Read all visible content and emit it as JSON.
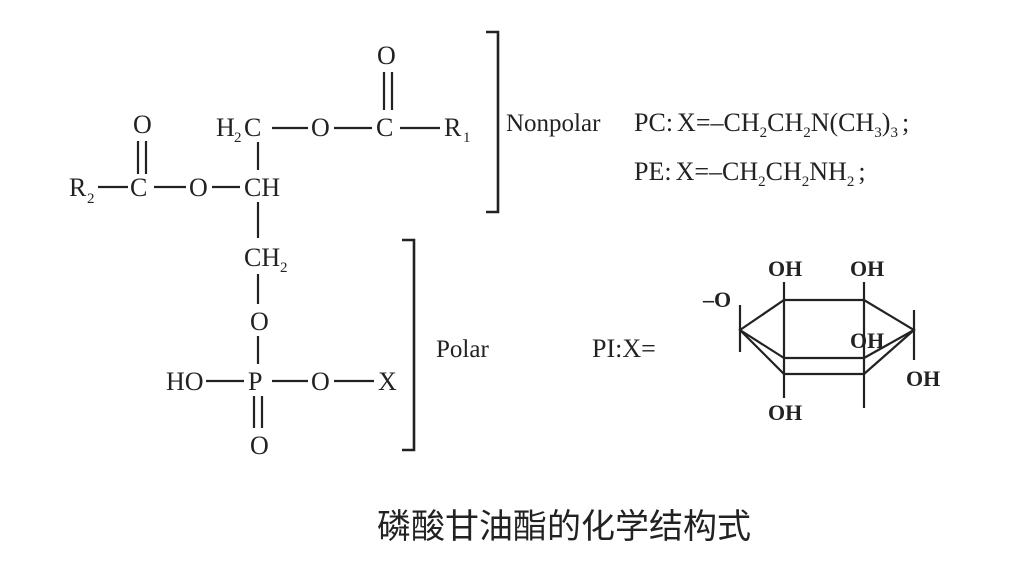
{
  "backbone": {
    "o_top_carbonyl": "O",
    "o_left_carbonyl": "O",
    "h2c": "H",
    "h2c_sub": "2",
    "h2c_tail": "C",
    "o_ester1": "O",
    "c_ester1": "C",
    "r1": "R",
    "r1_sub": "1",
    "r2": "R",
    "r2_sub": "2",
    "c_ester2": "C",
    "o_ester2": "O",
    "ch": "CH",
    "ch2": "CH",
    "ch2_sub": "2",
    "o_link": "O",
    "ho": "HO",
    "p": "P",
    "o_px": "O",
    "x": "X",
    "o_p_double": "O"
  },
  "labels": {
    "nonpolar": "Nonpolar",
    "polar": "Polar"
  },
  "pc": {
    "prefix": "PC",
    "colon": ":",
    "x_eq": "X=–CH",
    "s1": "2",
    "mid1": "CH",
    "s2": "2",
    "mid2": "N(CH",
    "s3": "3",
    "mid3": ")",
    "s4": "3",
    "end": ";"
  },
  "pe": {
    "prefix": "PE",
    "colon": ":",
    "x_eq": "X=–CH",
    "s1": "2",
    "mid1": "CH",
    "s2": "2",
    "mid2": "NH",
    "s3": "2",
    "end": ";"
  },
  "pi": {
    "label": "PI:X=",
    "o_attach": "–O",
    "oh_top_left": "OH",
    "oh_top_right": "OH",
    "oh_middle": "OH",
    "oh_right": "OH",
    "oh_bottom": "OH"
  },
  "caption": "磷酸甘油酯的化学结构式"
}
